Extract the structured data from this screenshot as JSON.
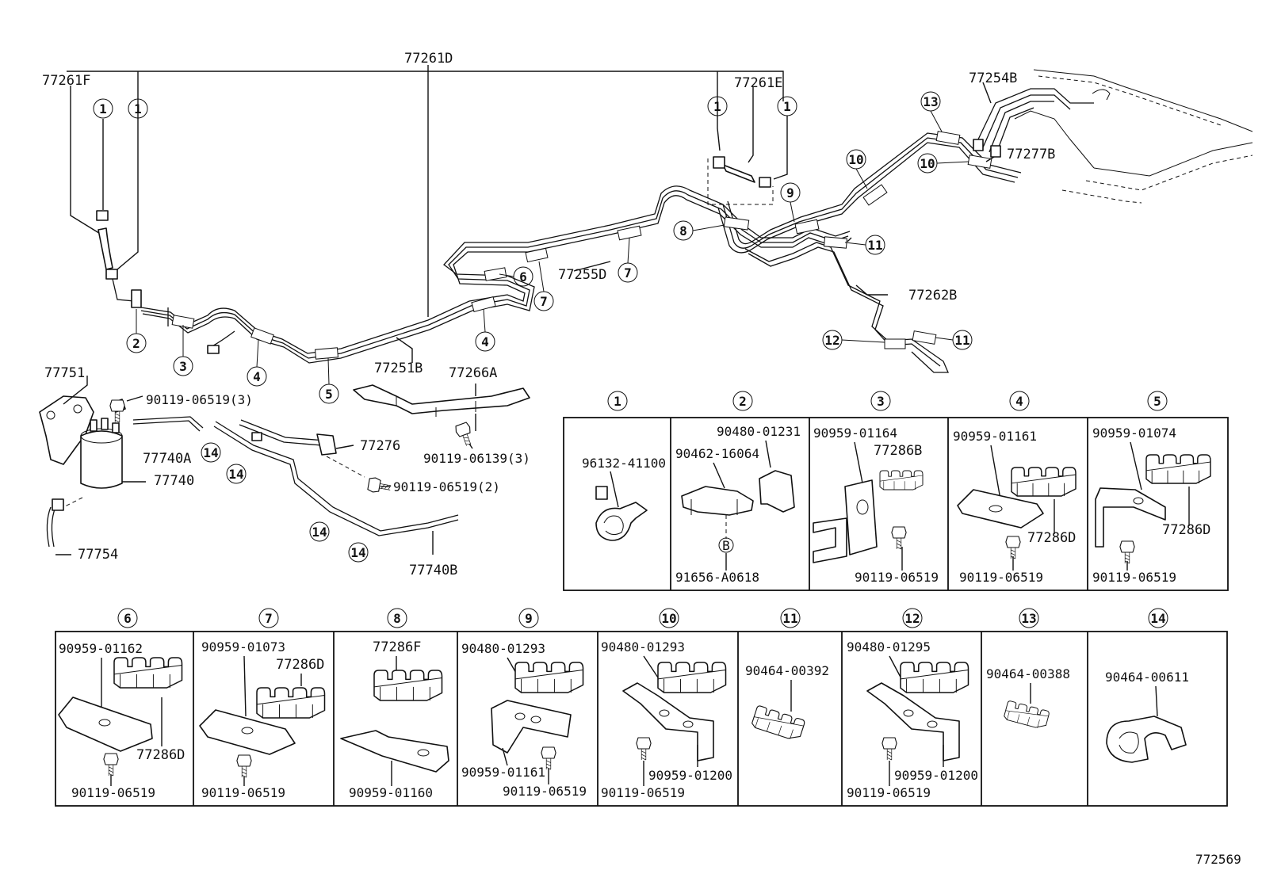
{
  "diagram_id": "772569",
  "labels": {
    "l77261D": "77261D",
    "l77261F": "77261F",
    "l77261E": "77261E",
    "l77254B": "77254B",
    "l77277B": "77277B",
    "l77255D": "77255D",
    "l77262B": "77262B",
    "l77251B": "77251B",
    "l77266A": "77266A",
    "l77751": "77751",
    "l90119_06519_3": "90119-06519(3)",
    "l77740A": "77740A",
    "l77276": "77276",
    "l77740": "77740",
    "l90119_06139_3": "90119-06139(3)",
    "l90119_06519_2": "90119-06519(2)",
    "l77754": "77754",
    "l77740B": "77740B"
  },
  "callouts": [
    "1",
    "2",
    "3",
    "4",
    "5",
    "6",
    "7",
    "8",
    "9",
    "10",
    "11",
    "12",
    "13",
    "14"
  ],
  "detail_boxes": [
    {
      "num": "1",
      "parts": [
        "96132-41100"
      ]
    },
    {
      "num": "2",
      "parts": [
        "90480-01231",
        "90462-16064",
        "B",
        "91656-A0618"
      ]
    },
    {
      "num": "3",
      "parts": [
        "90959-01164",
        "77286B",
        "90119-06519"
      ]
    },
    {
      "num": "4",
      "parts": [
        "90959-01161",
        "77286D",
        "90119-06519"
      ]
    },
    {
      "num": "5",
      "parts": [
        "90959-01074",
        "77286D",
        "90119-06519"
      ]
    },
    {
      "num": "6",
      "parts": [
        "90959-01162",
        "77286D",
        "90119-06519"
      ]
    },
    {
      "num": "7",
      "parts": [
        "90959-01073",
        "77286D",
        "90119-06519"
      ]
    },
    {
      "num": "8",
      "parts": [
        "77286F",
        "90959-01160"
      ]
    },
    {
      "num": "9",
      "parts": [
        "90480-01293",
        "90959-01161",
        "90119-06519"
      ]
    },
    {
      "num": "10",
      "parts": [
        "90480-01293",
        "90959-01200",
        "90119-06519"
      ]
    },
    {
      "num": "11",
      "parts": [
        "90464-00392"
      ]
    },
    {
      "num": "12",
      "parts": [
        "90480-01295",
        "90959-01200",
        "90119-06519"
      ]
    },
    {
      "num": "13",
      "parts": [
        "90464-00388"
      ]
    },
    {
      "num": "14",
      "parts": [
        "90464-00611"
      ]
    }
  ]
}
